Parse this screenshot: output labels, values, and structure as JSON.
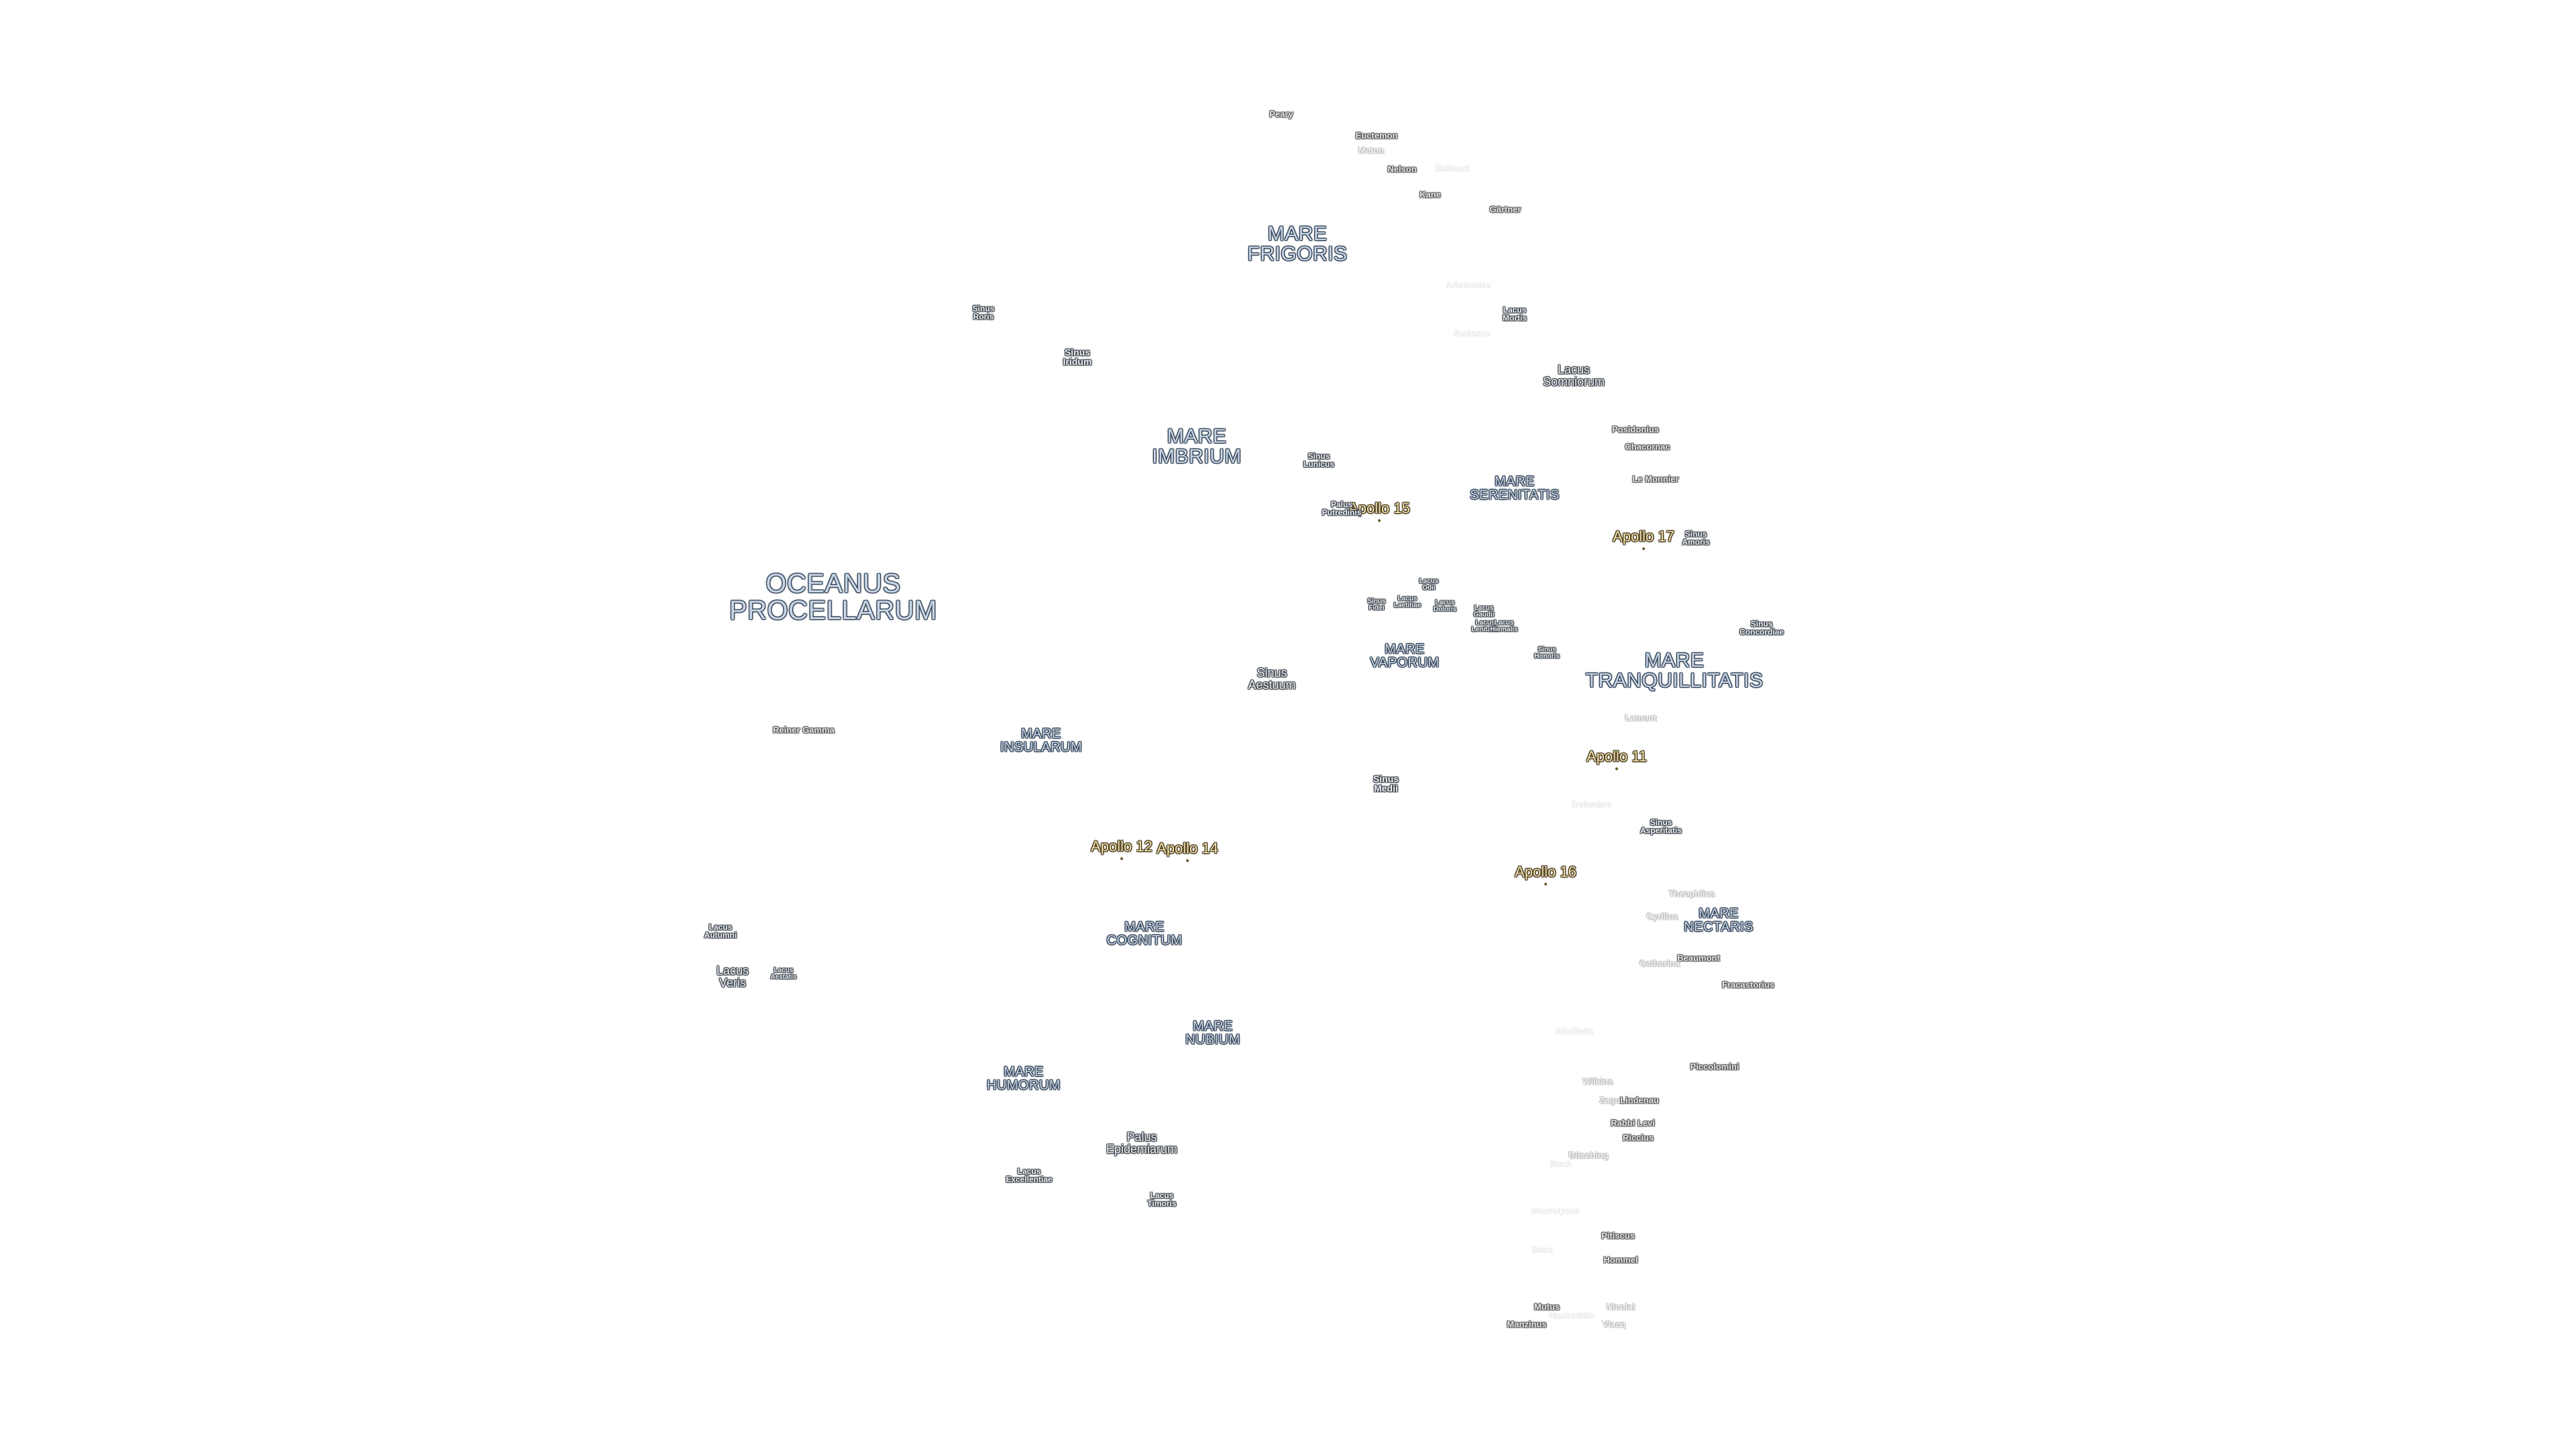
{
  "map": {
    "labels": [
      {
        "text": "OCEANUS\nPROCELLARUM",
        "kind": "mare",
        "size": "sea-xl"
      },
      {
        "text": "MARE\nFRIGORIS",
        "kind": "mare",
        "size": "sea-l"
      },
      {
        "text": "MARE\nIMBRIUM",
        "kind": "mare",
        "size": "sea-l"
      },
      {
        "text": "MARE\nSERENITATIS",
        "kind": "mare",
        "size": "sea-m"
      },
      {
        "text": "MARE\nTRANQUILLITATIS",
        "kind": "mare",
        "size": "sea-l"
      },
      {
        "text": "MARE\nINSULARUM",
        "kind": "mare",
        "size": "sea-m"
      },
      {
        "text": "MARE\nVAPORUM",
        "kind": "mare",
        "size": "sea-m"
      },
      {
        "text": "MARE\nCOGNITUM",
        "kind": "mare",
        "size": "sea-m"
      },
      {
        "text": "MARE\nNUBIUM",
        "kind": "mare",
        "size": "sea-m"
      },
      {
        "text": "MARE\nHUMORUM",
        "kind": "mare",
        "size": "sea-m"
      },
      {
        "text": "MARE\nNECTARIS",
        "kind": "mare",
        "size": "sea-m"
      },
      {
        "text": "Apollo 15",
        "kind": "apollo"
      },
      {
        "text": "Apollo 17",
        "kind": "apollo"
      },
      {
        "text": "Apollo 11",
        "kind": "apollo"
      },
      {
        "text": "Apollo 12",
        "kind": "apollo"
      },
      {
        "text": "Apollo 14",
        "kind": "apollo"
      },
      {
        "text": "Apollo 16",
        "kind": "apollo"
      },
      {
        "text": "Sinus\nRoris",
        "kind": "feature",
        "size": "f-s"
      },
      {
        "text": "Sinus\nIridum",
        "kind": "feature",
        "size": "f-m"
      },
      {
        "text": "Lacus\nMortis",
        "kind": "feature",
        "size": "f-s"
      },
      {
        "text": "Lacus\nSomniorum",
        "kind": "feature",
        "size": "f-l"
      },
      {
        "text": "Sinus\nLunicus",
        "kind": "feature",
        "size": "f-s"
      },
      {
        "text": "Palus\nPutredinis",
        "kind": "feature",
        "size": "f-s"
      },
      {
        "text": "Sinus\nAmoris",
        "kind": "feature",
        "size": "f-s"
      },
      {
        "text": "Sinus\nConcordiae",
        "kind": "feature",
        "size": "f-s",
        "tone": "faint"
      },
      {
        "text": "Lacus\nOdii",
        "kind": "feature",
        "size": "f-xs"
      },
      {
        "text": "Lacus\nLaetitiae",
        "kind": "feature",
        "size": "f-xs"
      },
      {
        "text": "Sinus\nFidei",
        "kind": "feature",
        "size": "f-xs"
      },
      {
        "text": "Lacus\nDoloris",
        "kind": "feature",
        "size": "f-xs"
      },
      {
        "text": "Lacus\nGaudii",
        "kind": "feature",
        "size": "f-xs"
      },
      {
        "text": "Lacus\nLenitatis",
        "kind": "feature",
        "size": "f-xs"
      },
      {
        "text": "Lacus\nHiemalis",
        "kind": "feature",
        "size": "f-xs"
      },
      {
        "text": "Sinus\nHonoris",
        "kind": "feature",
        "size": "f-xs"
      },
      {
        "text": "Sinus\nAestuum",
        "kind": "feature",
        "size": "f-l"
      },
      {
        "text": "Sinus\nMedii",
        "kind": "feature",
        "size": "f-m"
      },
      {
        "text": "Sinus\nAsperitatis",
        "kind": "feature",
        "size": "f-s"
      },
      {
        "text": "Lacus\nAutumni",
        "kind": "feature",
        "size": "f-s"
      },
      {
        "text": "Lacus\nVeris",
        "kind": "feature",
        "size": "f-l"
      },
      {
        "text": "Lacus\nAestatis",
        "kind": "feature",
        "size": "f-xs"
      },
      {
        "text": "Palus\nEpidemiarum",
        "kind": "feature",
        "size": "f-l"
      },
      {
        "text": "Lacus\nExcellentiae",
        "kind": "feature",
        "size": "f-s"
      },
      {
        "text": "Lacus\nTimoris",
        "kind": "feature",
        "size": "f-s"
      },
      {
        "text": "Peary",
        "kind": "crater"
      },
      {
        "text": "Euctemon",
        "kind": "crater"
      },
      {
        "text": "Meton",
        "kind": "crater",
        "tone": "dim"
      },
      {
        "text": "Baillaud",
        "kind": "crater",
        "tone": "faint"
      },
      {
        "text": "Nelson",
        "kind": "crater"
      },
      {
        "text": "Kane",
        "kind": "crater"
      },
      {
        "text": "Gärtner",
        "kind": "crater"
      },
      {
        "text": "Aristoteles",
        "kind": "crater",
        "tone": "faint"
      },
      {
        "text": "Eudoxus",
        "kind": "crater",
        "tone": "faint"
      },
      {
        "text": "Posidonius",
        "kind": "crater"
      },
      {
        "text": "Chacornac",
        "kind": "crater"
      },
      {
        "text": "Le Monnier",
        "kind": "crater"
      },
      {
        "text": "Reiner Gamma",
        "kind": "crater"
      },
      {
        "text": "Lamont",
        "kind": "crater",
        "tone": "dim"
      },
      {
        "text": "Delambre",
        "kind": "crater",
        "tone": "faint"
      },
      {
        "text": "Theophilus",
        "kind": "crater",
        "tone": "dim"
      },
      {
        "text": "Cyrillus",
        "kind": "crater",
        "tone": "dim"
      },
      {
        "text": "Beaumont",
        "kind": "crater"
      },
      {
        "text": "Catharina",
        "kind": "crater",
        "tone": "dim"
      },
      {
        "text": "Fracastorius",
        "kind": "crater"
      },
      {
        "text": "Abulfeda",
        "kind": "crater",
        "tone": "faint"
      },
      {
        "text": "Piccolomini",
        "kind": "crater"
      },
      {
        "text": "Wilkins",
        "kind": "crater",
        "tone": "dim"
      },
      {
        "text": "Zagut",
        "kind": "crater",
        "tone": "dim"
      },
      {
        "text": "Lindenau",
        "kind": "crater"
      },
      {
        "text": "Rabbi Levi",
        "kind": "crater"
      },
      {
        "text": "Riccius",
        "kind": "crater"
      },
      {
        "text": "Büsching",
        "kind": "crater",
        "tone": "dim"
      },
      {
        "text": "Buch",
        "kind": "crater",
        "tone": "faint"
      },
      {
        "text": "Maurolycus",
        "kind": "crater",
        "tone": "faint"
      },
      {
        "text": "Pitiscus",
        "kind": "crater"
      },
      {
        "text": "Baco",
        "kind": "crater",
        "tone": "faint"
      },
      {
        "text": "Hommel",
        "kind": "crater"
      },
      {
        "text": "Nicolai",
        "kind": "crater",
        "tone": "dim"
      },
      {
        "text": "Vlacq",
        "kind": "crater",
        "tone": "dim"
      },
      {
        "text": "Nasireddin",
        "kind": "crater",
        "tone": "faint"
      },
      {
        "text": "Mutus",
        "kind": "crater"
      },
      {
        "text": "Manzinus",
        "kind": "crater"
      }
    ]
  }
}
